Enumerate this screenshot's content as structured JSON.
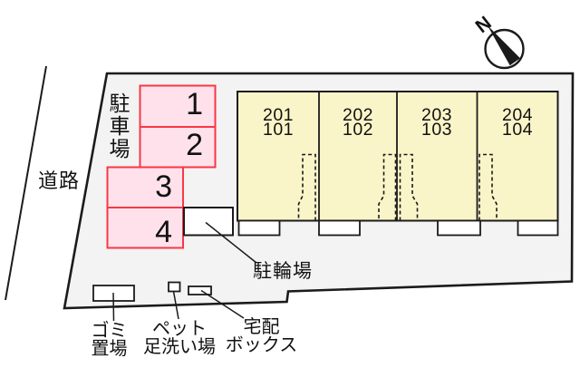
{
  "colors": {
    "site_fill": "#f3f3f3",
    "outline": "#1b1b1b",
    "parking_fill": "#ffe1ec",
    "parking_stroke": "#f83845",
    "building_fill": "#faf5c8",
    "white": "#ffffff"
  },
  "compass": {
    "north_label": "N"
  },
  "road": {
    "label": "道路"
  },
  "parking": {
    "label": "駐車場",
    "spaces": [
      "1",
      "2",
      "3",
      "4"
    ]
  },
  "building": {
    "units": [
      {
        "upper": "201",
        "lower": "101"
      },
      {
        "upper": "202",
        "lower": "102"
      },
      {
        "upper": "203",
        "lower": "103"
      },
      {
        "upper": "204",
        "lower": "104"
      }
    ]
  },
  "facilities": {
    "bicycle_parking": {
      "label": "駐輪場"
    },
    "garbage_area": {
      "line1": "ゴミ",
      "line2": "置場"
    },
    "pet_wash": {
      "line1": "ペット",
      "line2": "足洗い場"
    },
    "delivery_box": {
      "line1": "宅配",
      "line2": "ボックス"
    }
  }
}
